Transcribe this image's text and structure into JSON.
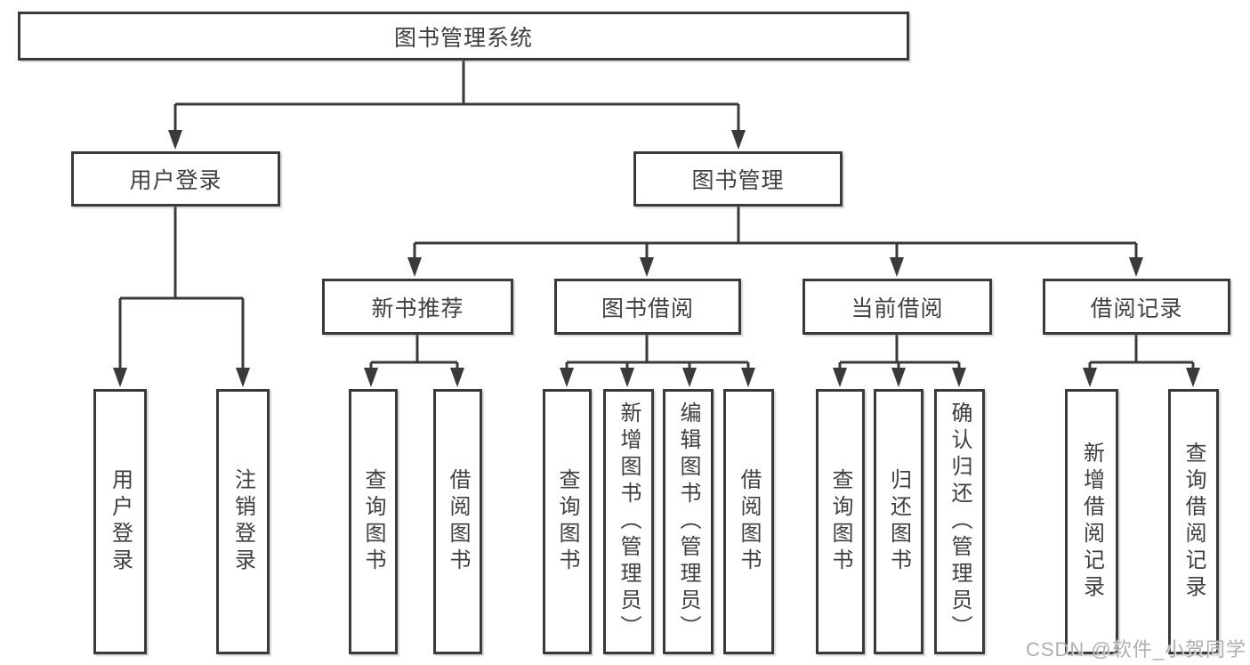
{
  "diagram": {
    "root": {
      "label": "图书管理系统"
    },
    "modules": [
      {
        "label": "用户登录",
        "children": [
          {
            "label": "用户登录"
          },
          {
            "label": "注销登录"
          }
        ]
      },
      {
        "label": "图书管理",
        "children": [
          {
            "label": "新书推荐",
            "children": [
              {
                "label": "查询图书"
              },
              {
                "label": "借阅图书"
              }
            ]
          },
          {
            "label": "图书借阅",
            "children": [
              {
                "label": "查询图书"
              },
              {
                "label": "新增图书（管理员）"
              },
              {
                "label": "编辑图书（管理员）"
              },
              {
                "label": "借阅图书"
              }
            ]
          },
          {
            "label": "当前借阅",
            "children": [
              {
                "label": "查询图书"
              },
              {
                "label": "归还图书"
              },
              {
                "label": "确认归还（管理员）"
              }
            ]
          },
          {
            "label": "借阅记录",
            "children": [
              {
                "label": "新增借阅记录"
              },
              {
                "label": "查询借阅记录"
              }
            ]
          }
        ]
      }
    ]
  },
  "watermark": {
    "text": "CSDN @软件_小贺同学"
  },
  "colors": {
    "line": "#3a3a3c",
    "box_border": "#3a3a3c",
    "text": "#3f3f41",
    "watermark": "#a8a8aa",
    "background": "#ffffff"
  }
}
